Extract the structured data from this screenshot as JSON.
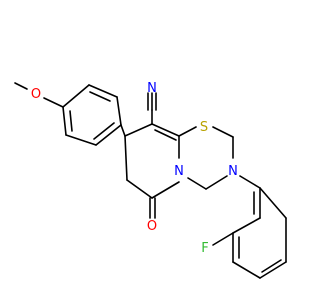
{
  "structure": {
    "atom_labels": {
      "nitrile_n": "N",
      "sulfur": "S",
      "ring_n1": "N",
      "ring_n2": "N",
      "ether_o": "O",
      "carbonyl_o": "O",
      "fluorine": "F"
    },
    "colors": {
      "bond": "#000000",
      "N": "#0000ff",
      "S": "#b8a200",
      "O": "#ff0000",
      "F": "#33bb33"
    }
  }
}
